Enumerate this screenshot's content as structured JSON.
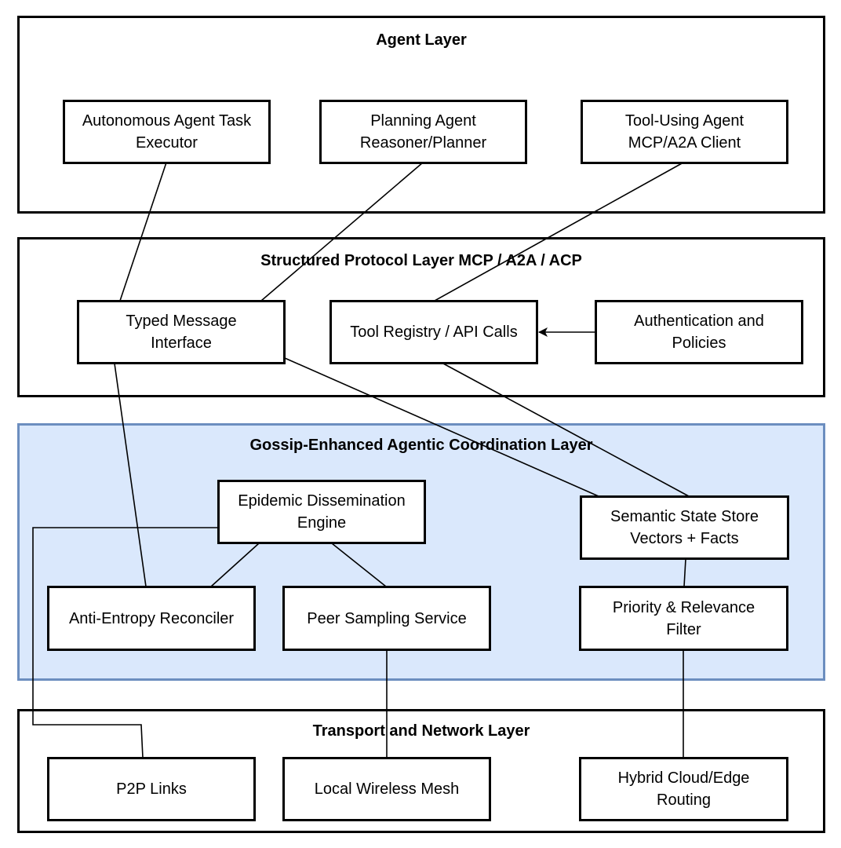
{
  "layers": {
    "agent": "Agent Layer",
    "protocol": "Structured Protocol Layer MCP / A2A / ACP",
    "gossip": "Gossip-Enhanced Agentic Coordination Layer",
    "transport": "Transport and Network Layer"
  },
  "nodes": {
    "autonomous_agent": [
      "Autonomous Agent Task",
      "Executor"
    ],
    "planning_agent": [
      "Planning Agent",
      "Reasoner/Planner"
    ],
    "tool_using_agent": [
      "Tool-Using Agent",
      "MCP/A2A Client"
    ],
    "typed_message": [
      "Typed Message",
      "Interface"
    ],
    "tool_registry": [
      "Tool Registry / API Calls"
    ],
    "authentication": [
      "Authentication and",
      "Policies"
    ],
    "epidemic_engine": [
      "Epidemic Dissemination",
      "Engine"
    ],
    "semantic_store": [
      "Semantic State Store",
      "Vectors + Facts"
    ],
    "anti_entropy": [
      "Anti-Entropy Reconciler"
    ],
    "peer_sampling": [
      "Peer Sampling Service"
    ],
    "priority_filter": [
      "Priority & Relevance",
      "Filter"
    ],
    "p2p_links": [
      "P2P Links"
    ],
    "wireless_mesh": [
      "Local Wireless Mesh"
    ],
    "hybrid_cloud": [
      "Hybrid Cloud/Edge",
      "Routing"
    ]
  },
  "colors": {
    "gossip_fill": "#dae8fc",
    "gossip_border": "#6c8ebf",
    "stroke": "#000000"
  }
}
